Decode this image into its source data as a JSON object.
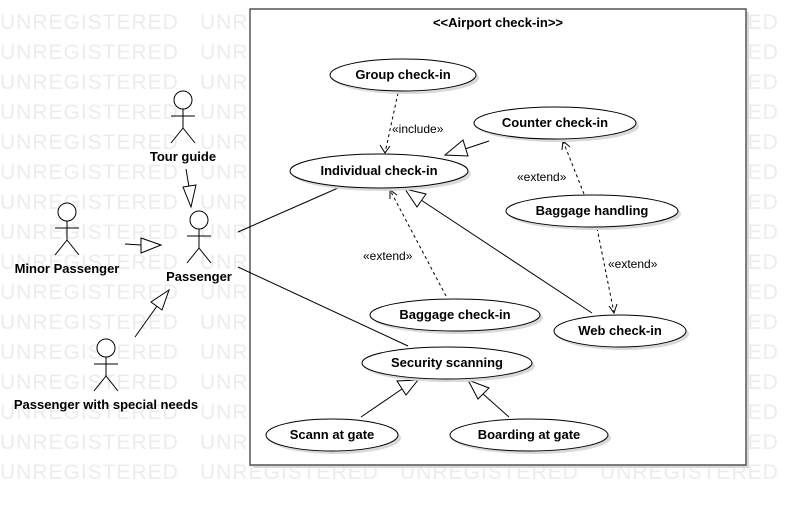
{
  "watermark": "UNREGISTERED",
  "system": {
    "title": "<<Airport check-in>>"
  },
  "actors": {
    "tour_guide": "Tour guide",
    "minor_passenger": "Minor Passenger",
    "passenger": "Passenger",
    "special_needs": "Passenger with special needs"
  },
  "use_cases": {
    "group_checkin": "Group check-in",
    "counter_checkin": "Counter check-in",
    "individual_checkin": "Individual check-in",
    "baggage_handling": "Baggage handling",
    "baggage_checkin": "Baggage check-in",
    "web_checkin": "Web check-in",
    "security_scanning": "Security scanning",
    "scan_at_gate": "Scann at gate",
    "boarding_at_gate": "Boarding at gate"
  },
  "relations": {
    "include_label": "«include»",
    "extend_label_1": "«extend»",
    "extend_label_2": "«extend»",
    "extend_label_3": "«extend»"
  }
}
